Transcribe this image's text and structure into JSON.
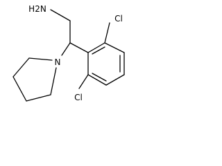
{
  "molecule": {
    "atoms": {
      "amine": "H2N",
      "pyrrolidine_nitrogen": "N",
      "chlorine_top": "Cl",
      "chlorine_bottom": "Cl"
    },
    "colors": {
      "bond": "#000000",
      "label": "#000000",
      "background": "#ffffff"
    }
  }
}
